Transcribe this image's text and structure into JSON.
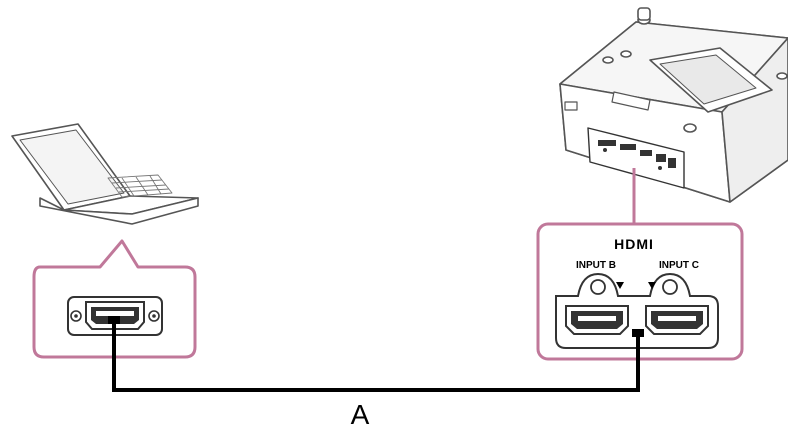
{
  "hdmi_logo": "HDMI",
  "ports": [
    {
      "label": "INPUT B"
    },
    {
      "label": "INPUT C"
    }
  ],
  "cable_label": "A",
  "colors": {
    "callout": "#c0789a",
    "cable": "#000000",
    "device_outline": "#555555",
    "device_fill": "#ffffff",
    "shadow": "#e6e6e6"
  }
}
